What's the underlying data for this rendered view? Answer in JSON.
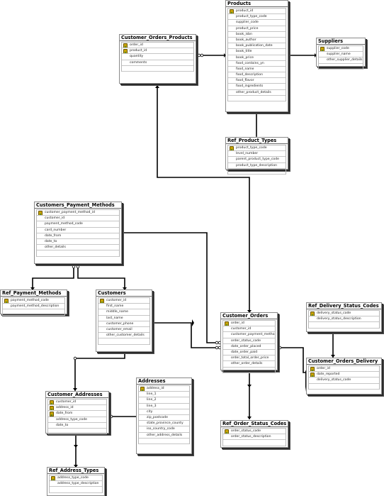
{
  "tables": [
    {
      "id": "products",
      "title": "Products",
      "columns": [
        {
          "name": "product_id",
          "key": true
        },
        {
          "name": "product_type_code",
          "key": false
        },
        {
          "name": "supplier_code",
          "key": false
        },
        {
          "name": "product_price",
          "key": false
        },
        {
          "name": "book_isbn",
          "key": false
        },
        {
          "name": "book_author",
          "key": false
        },
        {
          "name": "book_publication_date",
          "key": false
        },
        {
          "name": "book_title",
          "key": false
        },
        {
          "name": "book_price",
          "key": false
        },
        {
          "name": "food_contains_yn",
          "key": false
        },
        {
          "name": "food_name",
          "key": false
        },
        {
          "name": "food_description",
          "key": false
        },
        {
          "name": "food_flavor",
          "key": false
        },
        {
          "name": "food_ingredients",
          "key": false
        },
        {
          "name": "other_product_details",
          "key": false
        }
      ]
    },
    {
      "id": "customer-orders-products",
      "title": "Customer_Orders_Products",
      "columns": [
        {
          "name": "order_id",
          "key": true
        },
        {
          "name": "product_id",
          "key": true
        },
        {
          "name": "quantity",
          "key": false
        },
        {
          "name": "comments",
          "key": false
        }
      ]
    },
    {
      "id": "suppliers",
      "title": "Suppliers",
      "columns": [
        {
          "name": "supplier_code",
          "key": true
        },
        {
          "name": "supplier_name",
          "key": false
        },
        {
          "name": "other_supplier_details",
          "key": false
        }
      ]
    },
    {
      "id": "ref-product-types",
      "title": "Ref_Product_Types",
      "columns": [
        {
          "name": "product_type_code",
          "key": true
        },
        {
          "name": "level_number",
          "key": false
        },
        {
          "name": "parent_product_type_code",
          "key": false
        },
        {
          "name": "product_type_description",
          "key": false
        }
      ]
    },
    {
      "id": "customers-payment-methods",
      "title": "Customers_Payment_Methods",
      "columns": [
        {
          "name": "customer_payment_method_id",
          "key": true
        },
        {
          "name": "customer_id",
          "key": false
        },
        {
          "name": "payment_method_code",
          "key": false
        },
        {
          "name": "card_number",
          "key": false
        },
        {
          "name": "date_from",
          "key": false
        },
        {
          "name": "date_to",
          "key": false
        },
        {
          "name": "other_details",
          "key": false
        }
      ]
    },
    {
      "id": "ref-payment-methods",
      "title": "Ref_Payment_Methods",
      "columns": [
        {
          "name": "payment_method_code",
          "key": true
        },
        {
          "name": "payment_method_description",
          "key": false
        }
      ]
    },
    {
      "id": "customers",
      "title": "Customers",
      "columns": [
        {
          "name": "customer_id",
          "key": true
        },
        {
          "name": "first_name",
          "key": false
        },
        {
          "name": "middle_name",
          "key": false
        },
        {
          "name": "last_name",
          "key": false
        },
        {
          "name": "customer_phone",
          "key": false
        },
        {
          "name": "customer_email",
          "key": false
        },
        {
          "name": "other_customer_details",
          "key": false
        }
      ]
    },
    {
      "id": "customer-orders",
      "title": "Customer_Orders",
      "columns": [
        {
          "name": "order_id",
          "key": true
        },
        {
          "name": "customer_id",
          "key": false
        },
        {
          "name": "customer_payment_metho...",
          "key": false
        },
        {
          "name": "order_status_code",
          "key": false
        },
        {
          "name": "date_order_placed",
          "key": false
        },
        {
          "name": "date_order_paid",
          "key": false
        },
        {
          "name": "order_total_order_price",
          "key": false
        },
        {
          "name": "other_order_details",
          "key": false
        }
      ]
    },
    {
      "id": "ref-delivery-status-codes",
      "title": "Ref_Delivery_Status_Codes",
      "columns": [
        {
          "name": "delivery_status_code",
          "key": true
        },
        {
          "name": "delivery_status_description",
          "key": false
        }
      ]
    },
    {
      "id": "customer-orders-delivery",
      "title": "Customer_Orders_Delivery",
      "columns": [
        {
          "name": "order_id",
          "key": true
        },
        {
          "name": "date_reported",
          "key": true
        },
        {
          "name": "delivery_status_code",
          "key": false
        }
      ]
    },
    {
      "id": "customer-addresses",
      "title": "Customer_Addresses",
      "columns": [
        {
          "name": "customer_id",
          "key": true
        },
        {
          "name": "address_id",
          "key": true
        },
        {
          "name": "date_from",
          "key": true
        },
        {
          "name": "address_type_code",
          "key": false
        },
        {
          "name": "date_to",
          "key": false
        }
      ]
    },
    {
      "id": "addresses",
      "title": "Addresses",
      "columns": [
        {
          "name": "address_id",
          "key": true
        },
        {
          "name": "line_1",
          "key": false
        },
        {
          "name": "line_2",
          "key": false
        },
        {
          "name": "line_3",
          "key": false
        },
        {
          "name": "city",
          "key": false
        },
        {
          "name": "zip_postcode",
          "key": false
        },
        {
          "name": "state_province_county",
          "key": false
        },
        {
          "name": "iso_country_code",
          "key": false
        },
        {
          "name": "other_address_details",
          "key": false
        }
      ]
    },
    {
      "id": "ref-order-status-codes",
      "title": "Ref_Order_Status_Codes",
      "columns": [
        {
          "name": "order_status_code",
          "key": true
        },
        {
          "name": "order_status_description",
          "key": false
        }
      ]
    },
    {
      "id": "ref-address-types",
      "title": "Ref_Address_Types",
      "columns": [
        {
          "name": "address_type_code",
          "key": true
        },
        {
          "name": "address_type_description",
          "key": false
        }
      ]
    }
  ],
  "colors": {
    "line": "#000000",
    "border": "#8a8a8a",
    "key": "#c9a400",
    "shadow": "#2a2a2a"
  },
  "icons": {
    "primary_key": "key-icon",
    "relation_end": "crowfoot-connector"
  }
}
